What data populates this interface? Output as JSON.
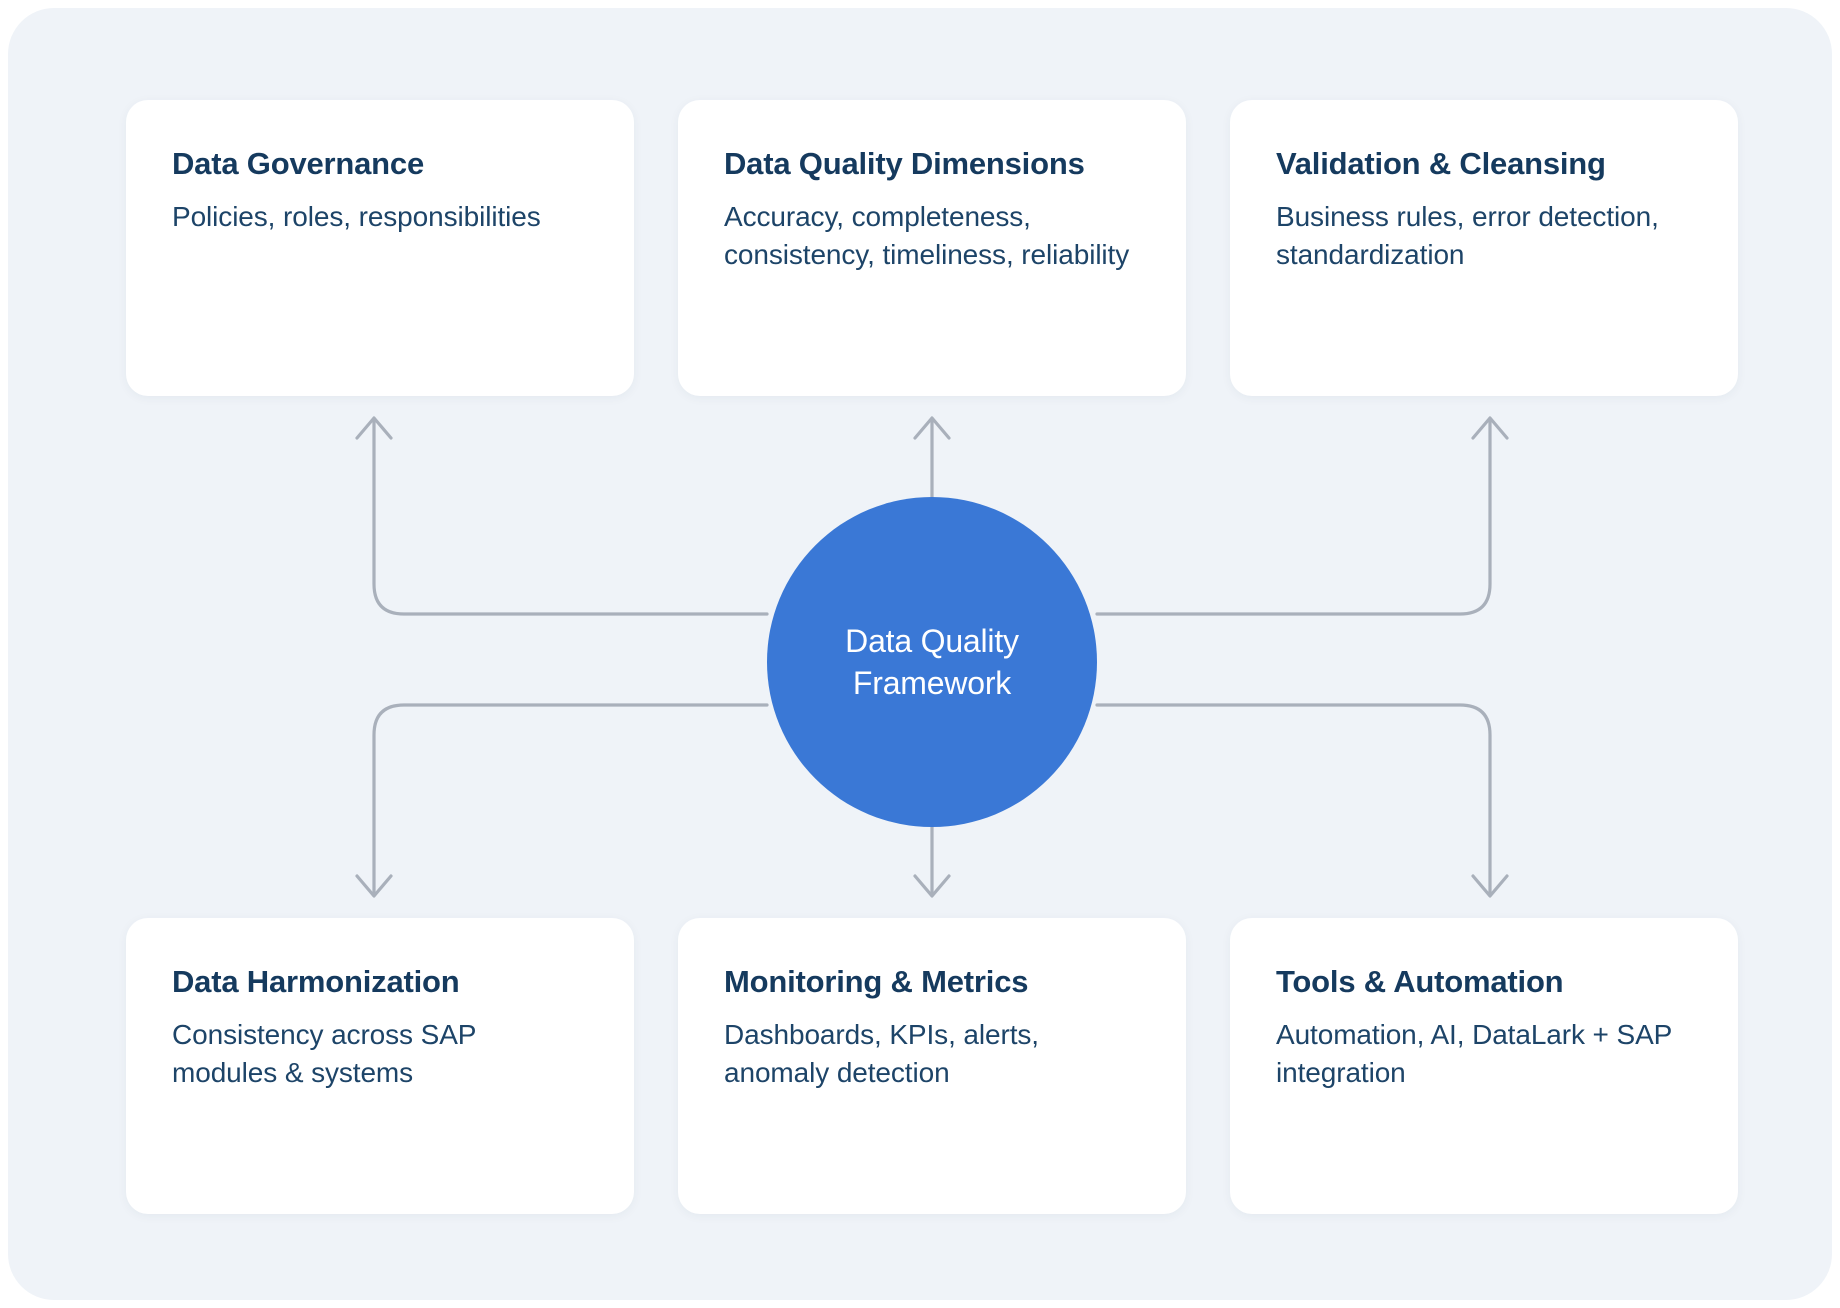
{
  "diagram": {
    "title": "Data Quality Framework",
    "type": "hub-and-spoke",
    "hub": {
      "label_line1": "Data Quality",
      "label_line2": "Framework",
      "color": "#3a78d6",
      "text_color": "#ffffff"
    },
    "colors": {
      "background": "#eff3f8",
      "card_background": "#ffffff",
      "card_title": "#153a5e",
      "card_text": "#1d4468",
      "connector": "#a9b0bb",
      "accent": "#3a78d6"
    },
    "top_nodes": [
      {
        "id": "data-governance",
        "title": "Data Governance",
        "description": "Policies, roles, responsibilities",
        "arrow_direction": "up",
        "connector": "elbow-left-up"
      },
      {
        "id": "data-quality-dimensions",
        "title": "Data Quality Dimensions",
        "description": "Accuracy, completeness, consistency, timeliness, reliability",
        "arrow_direction": "up",
        "connector": "straight-up"
      },
      {
        "id": "validation-cleansing",
        "title": "Validation & Cleansing",
        "description": "Business rules, error detection, standardization",
        "arrow_direction": "up",
        "connector": "elbow-right-up"
      }
    ],
    "bottom_nodes": [
      {
        "id": "data-harmonization",
        "title": "Data Harmonization",
        "description": "Consistency across SAP modules & systems",
        "arrow_direction": "down",
        "connector": "elbow-left-down"
      },
      {
        "id": "monitoring-metrics",
        "title": "Monitoring & Metrics",
        "description": "Dashboards, KPIs, alerts, anomaly detection",
        "arrow_direction": "down",
        "connector": "straight-down"
      },
      {
        "id": "tools-automation",
        "title": "Tools & Automation",
        "description": "Automation, AI, DataLark + SAP integration",
        "arrow_direction": "down",
        "connector": "elbow-right-down"
      }
    ]
  }
}
